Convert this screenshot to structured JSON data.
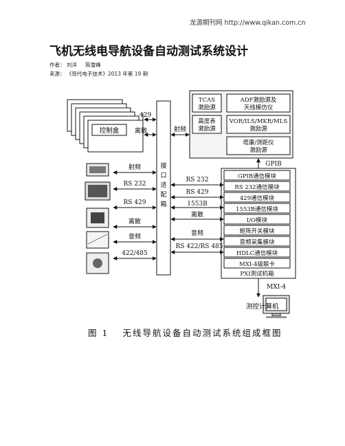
{
  "site": {
    "name": "龙源期刊网",
    "url": "http://www.qikan.com.cn"
  },
  "article": {
    "title": "飞机无线电导航设备自动测试系统设计",
    "author_label": "作者：",
    "authors": [
      "刘洋",
      "陈雪峰"
    ],
    "source_label": "来源：",
    "source": "《现代电子技术》2013 年第 19 期"
  },
  "figure": {
    "caption_num": "图 1",
    "caption_text": "无线导航设备自动测试系统组成框图",
    "control_box": "控制盒",
    "device_labels": [
      "射频",
      "RS 232",
      "RS 429",
      "离散",
      "音频",
      "422/485"
    ],
    "top_links": [
      "429",
      "离散"
    ],
    "adapter_chars": [
      "接",
      "口",
      "适",
      "配",
      "箱"
    ],
    "rf_link": "射频",
    "right_links": [
      "RS 232",
      "RS 429",
      "1553B",
      "离散",
      "音频",
      "RS 422/RS 485"
    ],
    "exciters": [
      {
        "line1": "TCAS",
        "line2": "激励源"
      },
      {
        "line1": "ADF激励源及",
        "line2": "天线模仿仪"
      },
      {
        "line1": "高度表",
        "line2": "激励源"
      },
      {
        "line1": "VOR/ILS/MKR/MLS",
        "line2": "激励源"
      },
      {
        "line1": "塔康/测距仪",
        "line2": "激励源"
      }
    ],
    "gpib": "GPIB",
    "modules": [
      "GPIB通信模块",
      "RS 232通信模块",
      "429通信模块",
      "1553B通信模块",
      "I/O模块",
      "矩阵开关模块",
      "音频采集模块",
      "HDLC通信模块",
      "MXI-4级联卡"
    ],
    "pxi_chassis": "PXI测试机箱",
    "mxi": "MXI-4",
    "computer": "测控计算机"
  }
}
